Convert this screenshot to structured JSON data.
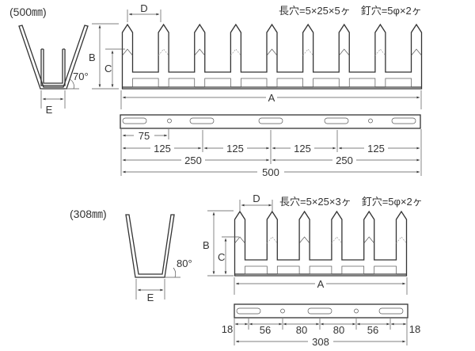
{
  "top": {
    "size_label": "(500㎜)",
    "angle": "70°",
    "labels": {
      "A": "A",
      "B": "B",
      "C": "C",
      "D": "D",
      "E": "E"
    },
    "holes_spec": "長穴=5×25×5ヶ　釘穴=5φ×2ヶ",
    "spike_count": 9,
    "dims": {
      "d75": "75",
      "d125a": "125",
      "d125b": "125",
      "d125c": "125",
      "d125d": "125",
      "d250a": "250",
      "d250b": "250",
      "d500": "500"
    }
  },
  "bottom": {
    "size_label": "(308㎜)",
    "angle": "80°",
    "labels": {
      "A": "A",
      "B": "B",
      "C": "C",
      "D": "D",
      "E": "E"
    },
    "holes_spec": "長穴=5×25×3ヶ　釘穴=5φ×2ヶ",
    "spike_count": 6,
    "dims": {
      "d18a": "18",
      "d56a": "56",
      "d80a": "80",
      "d80b": "80",
      "d56b": "56",
      "d18b": "18",
      "d308": "308"
    }
  }
}
